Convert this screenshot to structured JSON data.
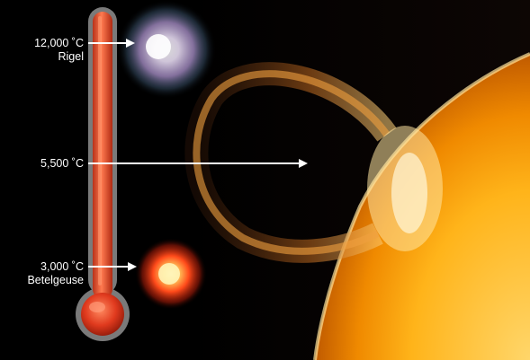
{
  "markers": [
    {
      "temperature": "12,000 ˚C",
      "star": "Rigel"
    },
    {
      "temperature": "5,500 ˚C",
      "star": ""
    },
    {
      "temperature": "3,000 ˚C",
      "star": "Betelgeuse"
    }
  ],
  "colors": {
    "background": "#000000",
    "thermometer_tube": "#e8502a",
    "thermometer_glass": "#7a7a7a",
    "rigel_star": "#d9c8ff",
    "betelgeuse_star": "#ff5a2a",
    "sun": "#ffb020",
    "arrow": "#ffffff"
  },
  "icons": [
    "thermometer-icon",
    "rigel-star-icon",
    "betelgeuse-star-icon",
    "sun-icon"
  ]
}
